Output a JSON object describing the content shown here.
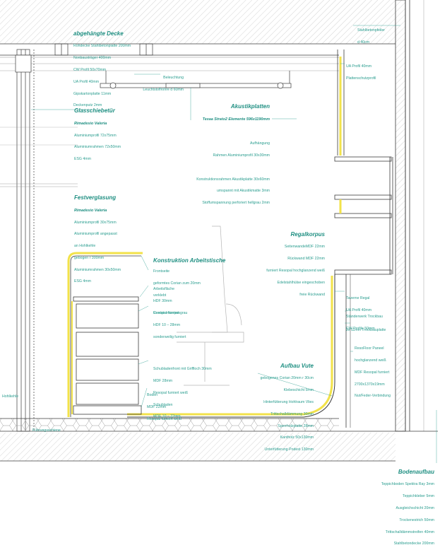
{
  "colors": {
    "line": "#3c3c3c",
    "thin": "#8a8a8a",
    "accent": "#2a9d8f",
    "highlight": "#f2e24a",
    "hatch": "#b5b5b5"
  },
  "labels": {
    "decke": {
      "title": "abgehängte Decke",
      "lines": [
        "Rohdecke Stahlbetonplatte 200mm",
        "Nonbausträger 400mm",
        "CW Profil 50x70mm",
        "UA Profil 40mm",
        "Gipskartonplatte 11mm",
        "Deckenputz 2mm"
      ]
    },
    "stahlbeton": {
      "lines": [
        "Stahlbetonpfeiler",
        "d 40cm"
      ]
    },
    "uaprofil": {
      "lines": [
        "UA Profil 40mm",
        "Plattenschutzprofil"
      ]
    },
    "beleuchtung": {
      "lines": [
        "Beleuchtung",
        "Leuchtstoffröhre d 60mm"
      ]
    },
    "glasschiebe": {
      "title": "Glasschiebetür",
      "subtitle": "Rimadesio Valeria",
      "lines": [
        "Aluminiumprofil 72x75mm",
        "Aluminiumrahmen 72x50mm",
        "ESG 4mm"
      ]
    },
    "akustik": {
      "title": "Akustikplatten",
      "subtitle": "Texaa Strato2 Elemente 596x1190mm",
      "lines1": [
        "Aufhängung",
        "Rahmen Aluminiumprofil 30x30mm"
      ],
      "lines2": [
        "Konstruktionsrahmen Akustikplatte 30x60mm",
        "umspannt mit Akustikmatte 3mm",
        "Stoffumspannung perforiert hellgrau 2mm"
      ]
    },
    "festverglasung": {
      "title": "Festverglasung",
      "subtitle": "Rimadesio Valeria",
      "lines": [
        "Aluminiumprofil 30x75mm",
        "   Aluminiumprofil angepasst",
        "   an Hohlkehle",
        "   gebogen r 300mm",
        "Aluminiumrahmen 30x50mm",
        "ESG 4mm"
      ]
    },
    "regalkorpus": {
      "title": "Regalkorpus",
      "lines": [
        "SeitenwandeMDF 22mm",
        "Rückwand MDF 22mm",
        "furniert Resopal hochglanzend weiß",
        "Edelstahlhülse eingeschoben",
        "freie Rückwand"
      ]
    },
    "arbeitstisch": {
      "title": "Konstruktion Arbeitstische"
    },
    "frontseite": {
      "lines": [
        "Frontseite",
        "geformtes Corian zum 20mm",
        "verklebt"
      ]
    },
    "arbeitsflaeche": {
      "lines": [
        "Arbeitsfläche",
        "   HDF 30mm",
        "   Resopal furniert grau"
      ]
    },
    "container": {
      "lines": [
        "Containerkorpus",
        "   HDF 10 – 28mm",
        "   sonderweilig furniert"
      ]
    },
    "schublade": {
      "lines": [
        "Schubladenfront mit Griffloch 30mm",
        "   MDF 28mm",
        "   Resopal furniert weiß",
        "Schubladen",
        "   MDF 10 – 22mm"
      ]
    },
    "boden": {
      "lines": [
        "Boden",
        "   MDF 22mm",
        "   Resopal furniert weiß"
      ]
    },
    "taverne": {
      "lines": [
        "Taverne Regal",
        "UA Profil 40mm"
      ]
    },
    "staenderwerk": {
      "lines": [
        "Ständerwerk Trockbau",
        "CW Profile 50mm"
      ]
    },
    "trockbau": {
      "lines": [
        "2x 11mm Trockbauplatte"
      ]
    },
    "resofloor": {
      "lines": [
        "ResoFloor Paneel",
        "hochglanzend weiß",
        "MDF Resopal furniert",
        "2700x1370x19mm",
        "Nut/Feder-Verbindung"
      ]
    },
    "vute": {
      "title": "Aufbau Vute",
      "lines": [
        "gebogenes Corian 20mm r 30cm",
        "Klebeschicht 5mm",
        "Hinterfütterung Hohlraum Vlies",
        "Trittschalldämmung 30mm",
        "Sperrholzplatte 28mm",
        "Kantholz 50x130mm",
        "Unterfütterung Podest 130mm"
      ]
    },
    "hohlkehle": {
      "lines": [
        "Hohlkehle"
      ]
    },
    "fuehrung": {
      "lines": [
        "Führungsschiene"
      ]
    },
    "bodenaufbau": {
      "title": "Bodenaufbau",
      "lines": [
        "Teppichboden Spektra Ray 3mm",
        "Teppichkleber 5mm",
        "Ausgleichschicht 20mm",
        "Trockenestrich 50mm",
        "Trittschalldämmstreifen 40mm",
        "Stahlbetondecke 200mm"
      ]
    }
  }
}
